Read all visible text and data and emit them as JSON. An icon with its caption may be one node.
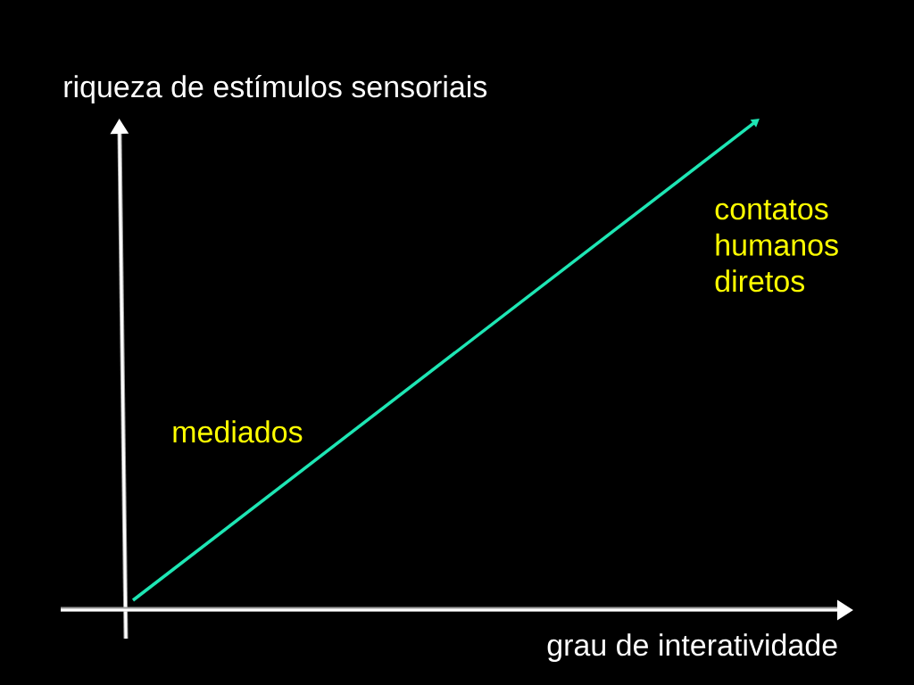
{
  "diagram": {
    "labels": [
      "riqueza de estímulos sensoriais",
      "contatos humanos diretos",
      "mediados",
      "grau de interatividade"
    ]
  }
}
